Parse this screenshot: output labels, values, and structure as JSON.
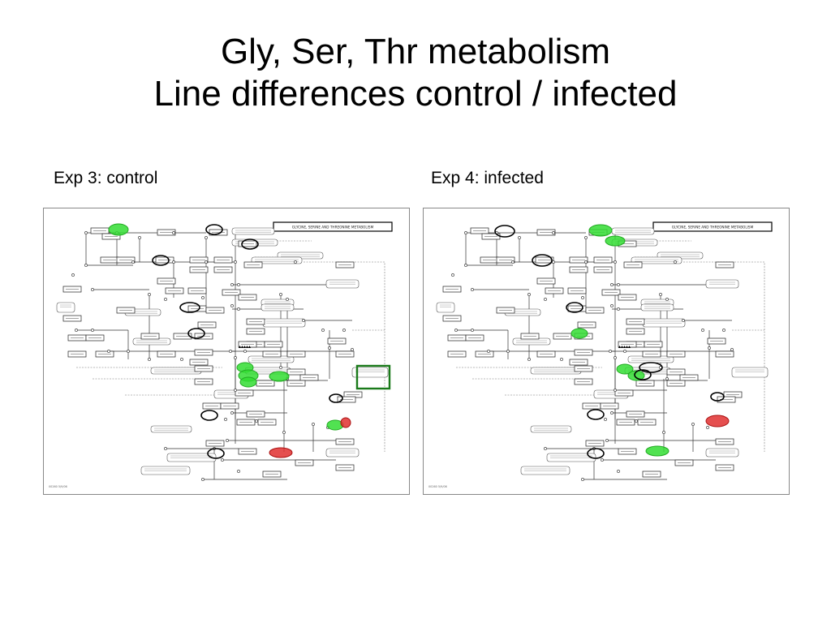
{
  "title": {
    "line1": "Gly, Ser, Thr metabolism",
    "line2": "Line differences control / infected"
  },
  "panels": [
    {
      "label": "Exp 3: control",
      "map_title": "GLYCINE, SERINE AND THREONINE METABOLISM",
      "footer": "00260 5/9/06",
      "highlights": {
        "green": 6,
        "red": 2,
        "black_circle": 8,
        "green_square": 1
      }
    },
    {
      "label": "Exp 4: infected",
      "map_title": "GLYCINE, SERINE AND THREONINE METABOLISM",
      "footer": "00260 5/9/06",
      "highlights": {
        "green": 6,
        "red": 1,
        "black_circle": 8,
        "green_square": 0
      }
    }
  ],
  "legend": {
    "green": "#33dd33",
    "red": "#e03030",
    "black": "#000000"
  }
}
